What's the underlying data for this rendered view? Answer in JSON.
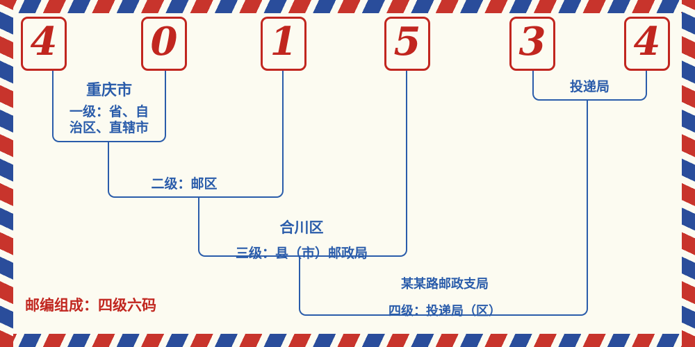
{
  "code": {
    "digits": [
      "4",
      "0",
      "1",
      "5",
      "3",
      "4"
    ]
  },
  "levels": {
    "level1": {
      "place": "重庆市",
      "desc_line1": "一级：省、自",
      "desc_line2": "治区、直辖市"
    },
    "level2": {
      "desc": "二级：邮区"
    },
    "level3": {
      "place": "合川区",
      "desc": "三级：县（市）邮政局"
    },
    "level4": {
      "place": "某某路邮政支局",
      "desc": "四级：投递局（区）"
    },
    "delivery": {
      "label": "投递局"
    }
  },
  "footer": {
    "text": "邮编组成：四级六码"
  },
  "colors": {
    "digit_red": "#c1261f",
    "line_blue": "#2a5caa",
    "stripe_red": "#c8342c",
    "stripe_blue": "#2a4d9b",
    "background": "#fcfbf1"
  }
}
